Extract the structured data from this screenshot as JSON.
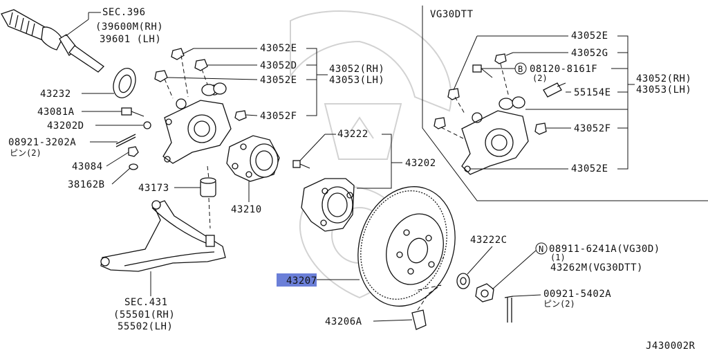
{
  "labels": {
    "sec396": "SEC.396",
    "sec396_rh": "(39600M(RH)",
    "sec396_lh": "39601 (LH)",
    "vg30dtt": "VG30DTT",
    "p43052e_a": "43052E",
    "p43052d": "43052D",
    "p43052e_b": "43052E",
    "p43052_rh": "43052(RH)",
    "p43053_lh": "43053(LH)",
    "p43052f": "43052F",
    "p43232": "43232",
    "p43081a": "43081A",
    "p43202d": "43202D",
    "p08921_3202a": "08921-3202A",
    "pin2_a": "ピン(2)",
    "p43084": "43084",
    "p38162b": "38162B",
    "p43173": "43173",
    "p43210": "43210",
    "p43222": "43222",
    "p43202": "43202",
    "p43222c": "43222C",
    "p08911_6241a": "08911-6241A(VG30D)",
    "p08911_qty": "(1)",
    "p43262m": "43262M(VG30DTT)",
    "p43207": "43207",
    "p00921_5402a": "00921-5402A",
    "pin2_b": "ピン(2)",
    "p43206a": "43206A",
    "sec431": "SEC.431",
    "sec431_rh": "(55501(RH)",
    "sec431_lh": "55502(LH)",
    "r43052e_a": "43052E",
    "r43052g": "43052G",
    "r08120_8161f": "08120-8161F",
    "r08120_qty": "(2)",
    "r55154e": "55154E",
    "r43052_rh": "43052(RH)",
    "r43053_lh": "43053(LH)",
    "r43052f": "43052F",
    "r43052e_b": "43052E",
    "badge_b": "B",
    "badge_n": "N",
    "diagram_id": "J430002R"
  },
  "highlight": {
    "part": "43207",
    "color": "#6b7fd8"
  }
}
